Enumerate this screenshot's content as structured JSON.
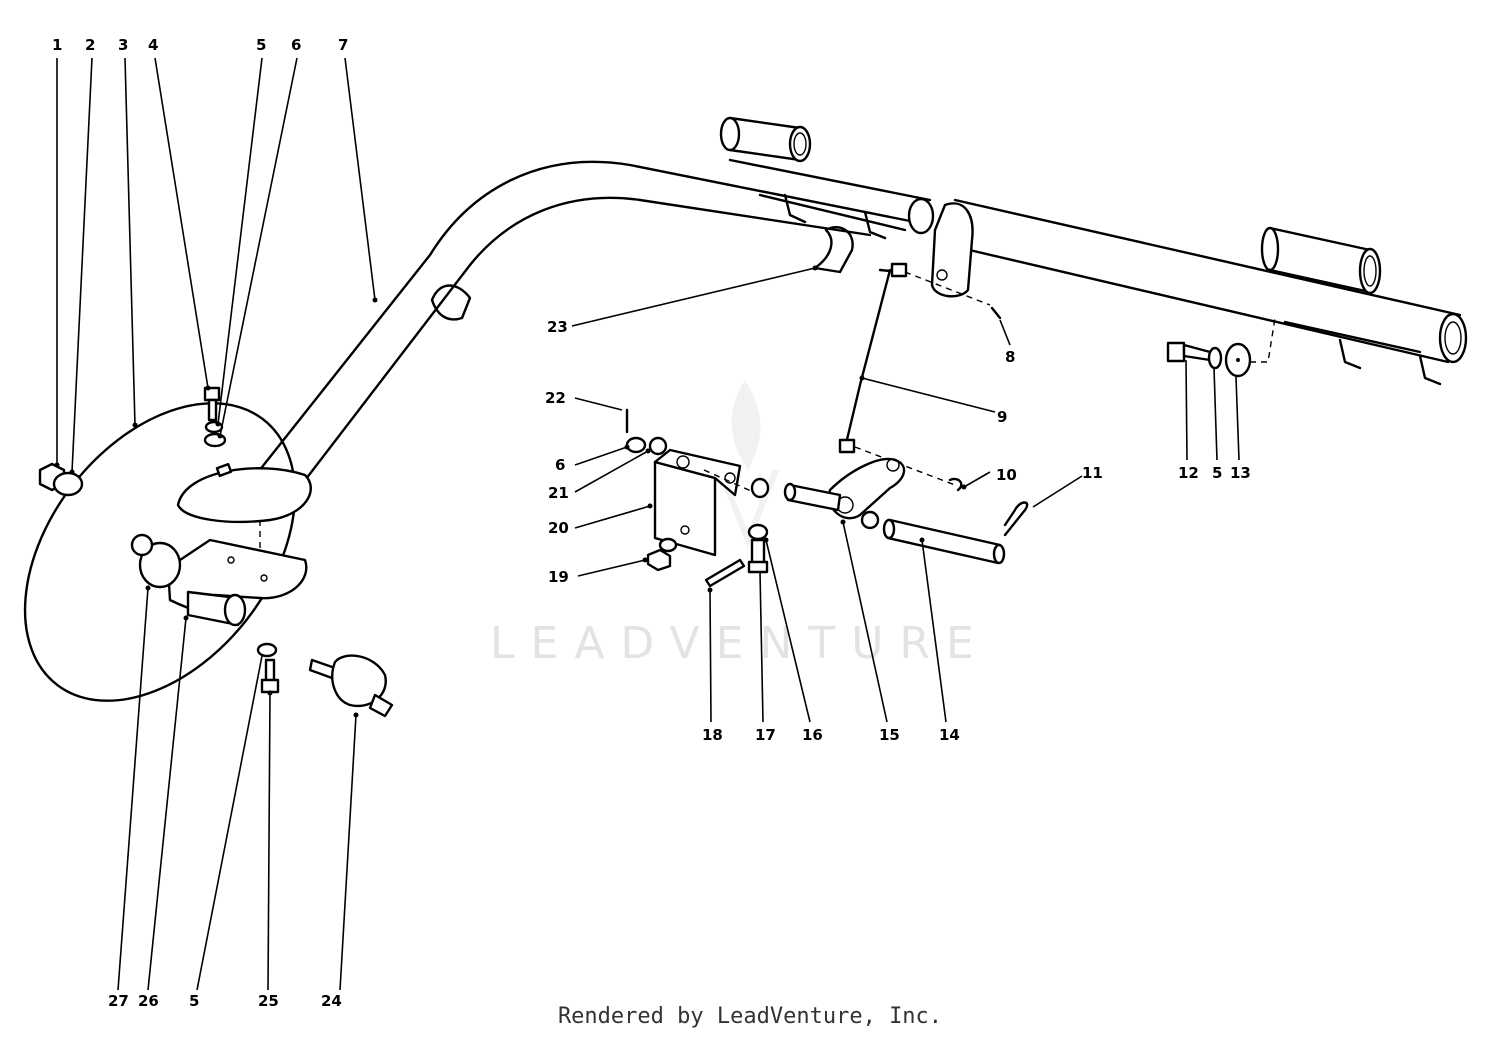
{
  "watermark": "LEADVENTURE",
  "credit": "Rendered by LeadVenture, Inc.",
  "callouts": {
    "c1": "1",
    "c2": "2",
    "c3": "3",
    "c4": "4",
    "c5a": "5",
    "c6a": "6",
    "c7": "7",
    "c8": "8",
    "c9": "9",
    "c10": "10",
    "c11": "11",
    "c12": "12",
    "c5b": "5",
    "c13": "13",
    "c14": "14",
    "c15": "15",
    "c16": "16",
    "c17": "17",
    "c18": "18",
    "c19": "19",
    "c20": "20",
    "c21": "21",
    "c6b": "6",
    "c22": "22",
    "c23": "23",
    "c24": "24",
    "c25": "25",
    "c5c": "5",
    "c26": "26",
    "c27": "27"
  }
}
